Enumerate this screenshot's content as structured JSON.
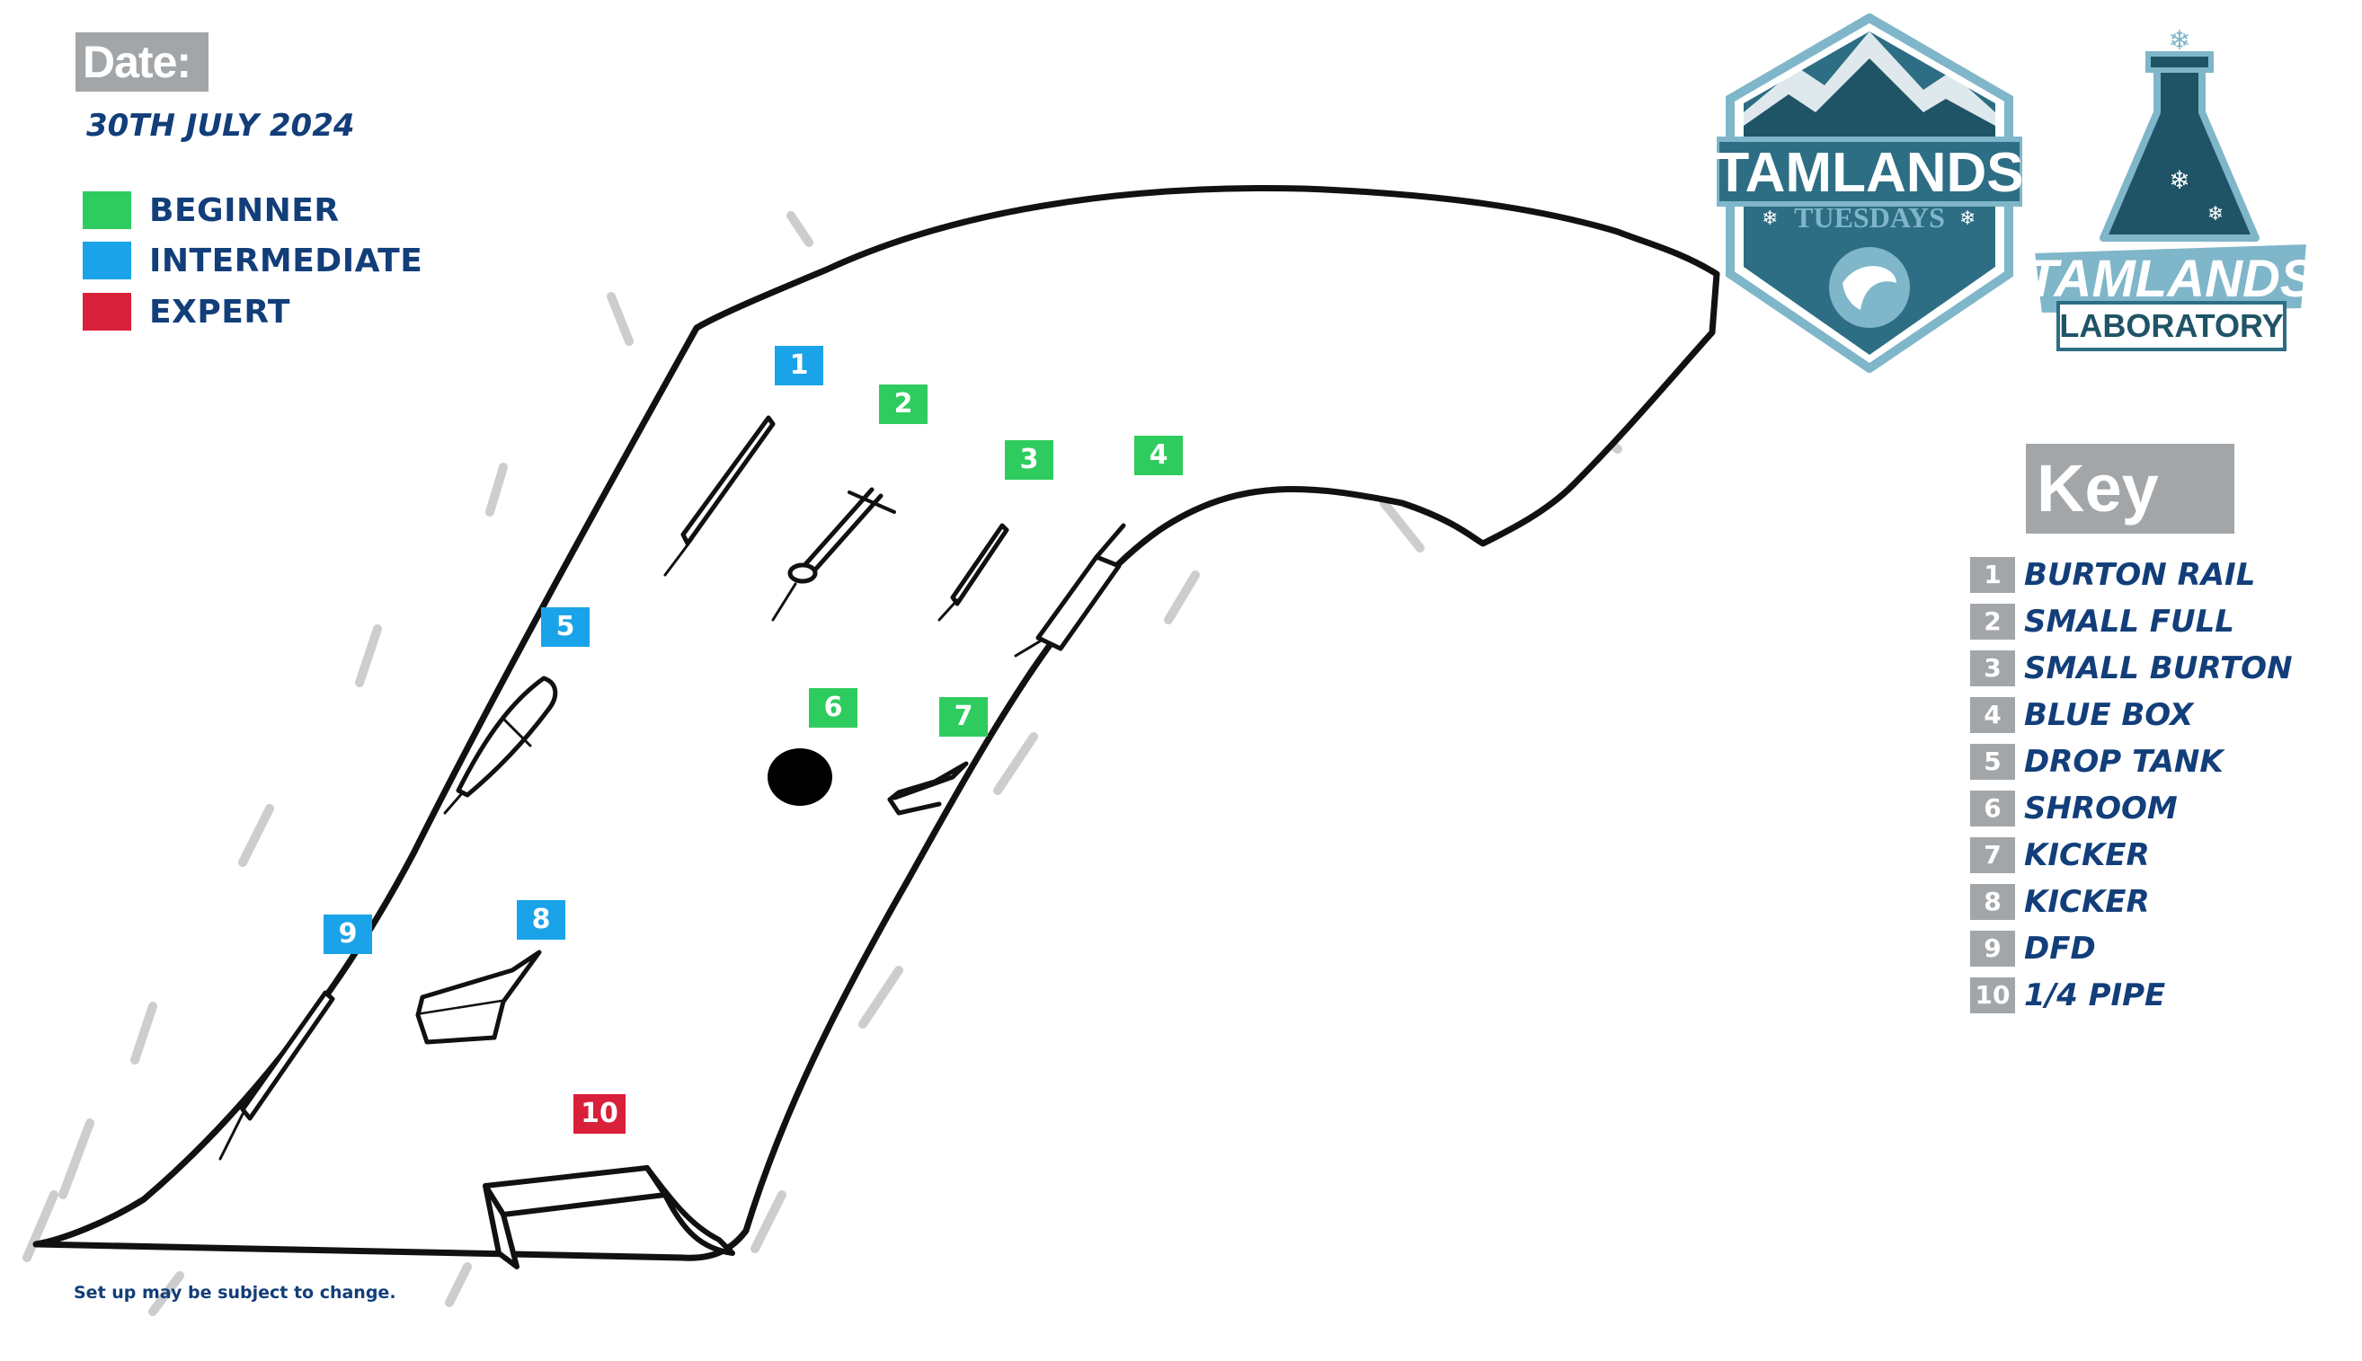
{
  "header": {
    "date_label": "Date:",
    "date_value": "30TH JULY 2024"
  },
  "legend": [
    {
      "label": "BEGINNER",
      "color": "#2ecc5e"
    },
    {
      "label": "INTERMEDIATE",
      "color": "#1aa3e8"
    },
    {
      "label": "EXPERT",
      "color": "#d9203a"
    }
  ],
  "markers": [
    {
      "num": "1",
      "level": "intermediate"
    },
    {
      "num": "2",
      "level": "beginner"
    },
    {
      "num": "3",
      "level": "beginner"
    },
    {
      "num": "4",
      "level": "beginner"
    },
    {
      "num": "5",
      "level": "intermediate"
    },
    {
      "num": "6",
      "level": "beginner"
    },
    {
      "num": "7",
      "level": "beginner"
    },
    {
      "num": "8",
      "level": "intermediate"
    },
    {
      "num": "9",
      "level": "intermediate"
    },
    {
      "num": "10",
      "level": "expert"
    }
  ],
  "key": {
    "title": "Key",
    "items": [
      {
        "num": "1",
        "label": "BURTON RAIL"
      },
      {
        "num": "2",
        "label": "SMALL FULL"
      },
      {
        "num": "3",
        "label": "SMALL BURTON"
      },
      {
        "num": "4",
        "label": "BLUE BOX"
      },
      {
        "num": "5",
        "label": "DROP TANK"
      },
      {
        "num": "6",
        "label": "SHROOM"
      },
      {
        "num": "7",
        "label": "KICKER"
      },
      {
        "num": "8",
        "label": "KICKER"
      },
      {
        "num": "9",
        "label": "DFD"
      },
      {
        "num": "10",
        "label": "1/4 PIPE"
      }
    ]
  },
  "logos": {
    "tuesdays": {
      "line1": "TAMLANDS",
      "line2": "TUESDAYS",
      "icon": "mountain-badge-icon"
    },
    "laboratory": {
      "line1": "TAMLANDS",
      "line2": "LABORATORY",
      "icon": "flask-icon"
    }
  },
  "footer": {
    "note": "Set up may be subject to change."
  },
  "colors": {
    "navy": "#123e7a",
    "grey": "#a3a6a9",
    "teal": "#2d6e84",
    "light_teal": "#7fb6c9"
  }
}
